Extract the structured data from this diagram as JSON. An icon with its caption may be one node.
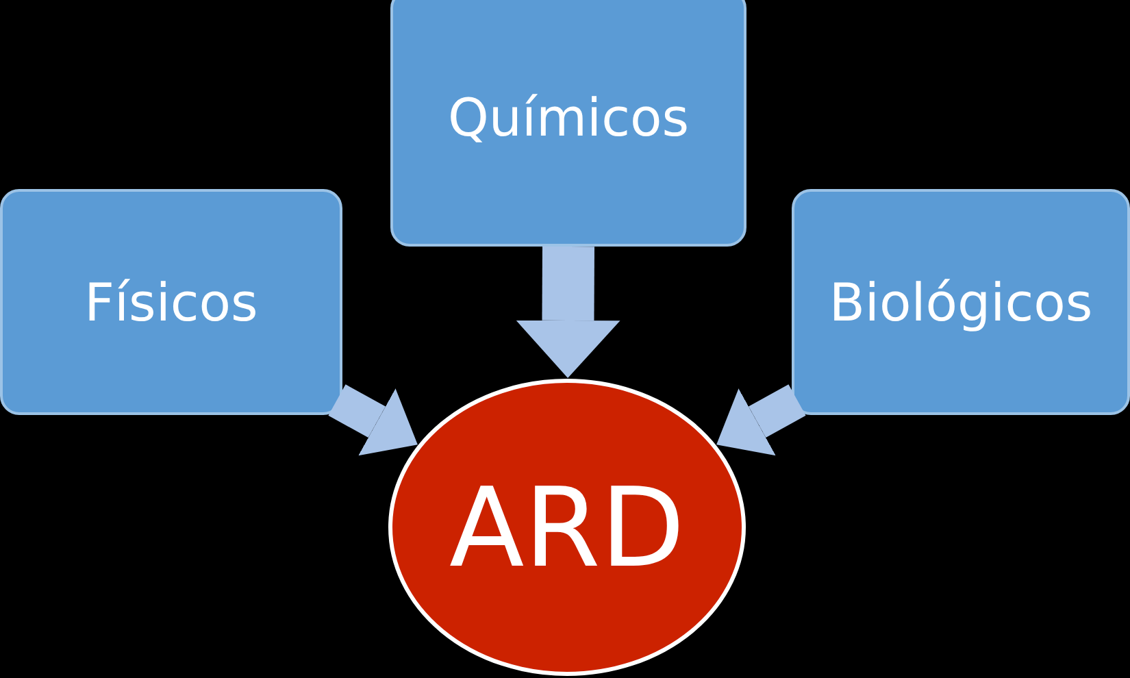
{
  "diagram": {
    "nodes": [
      {
        "text": [
          "Químicos"
        ]
      },
      {
        "text": [
          "Físicos"
        ]
      },
      {
        "text": [
          "Biológicos"
        ]
      },
      {
        "text": [
          "ARD"
        ]
      }
    ],
    "edges": [
      {
        "from": 0,
        "to": 3,
        "arrow": "to"
      },
      {
        "from": 1,
        "to": 3,
        "arrow": "to"
      },
      {
        "from": 2,
        "to": 3,
        "arrow": "to"
      }
    ]
  }
}
